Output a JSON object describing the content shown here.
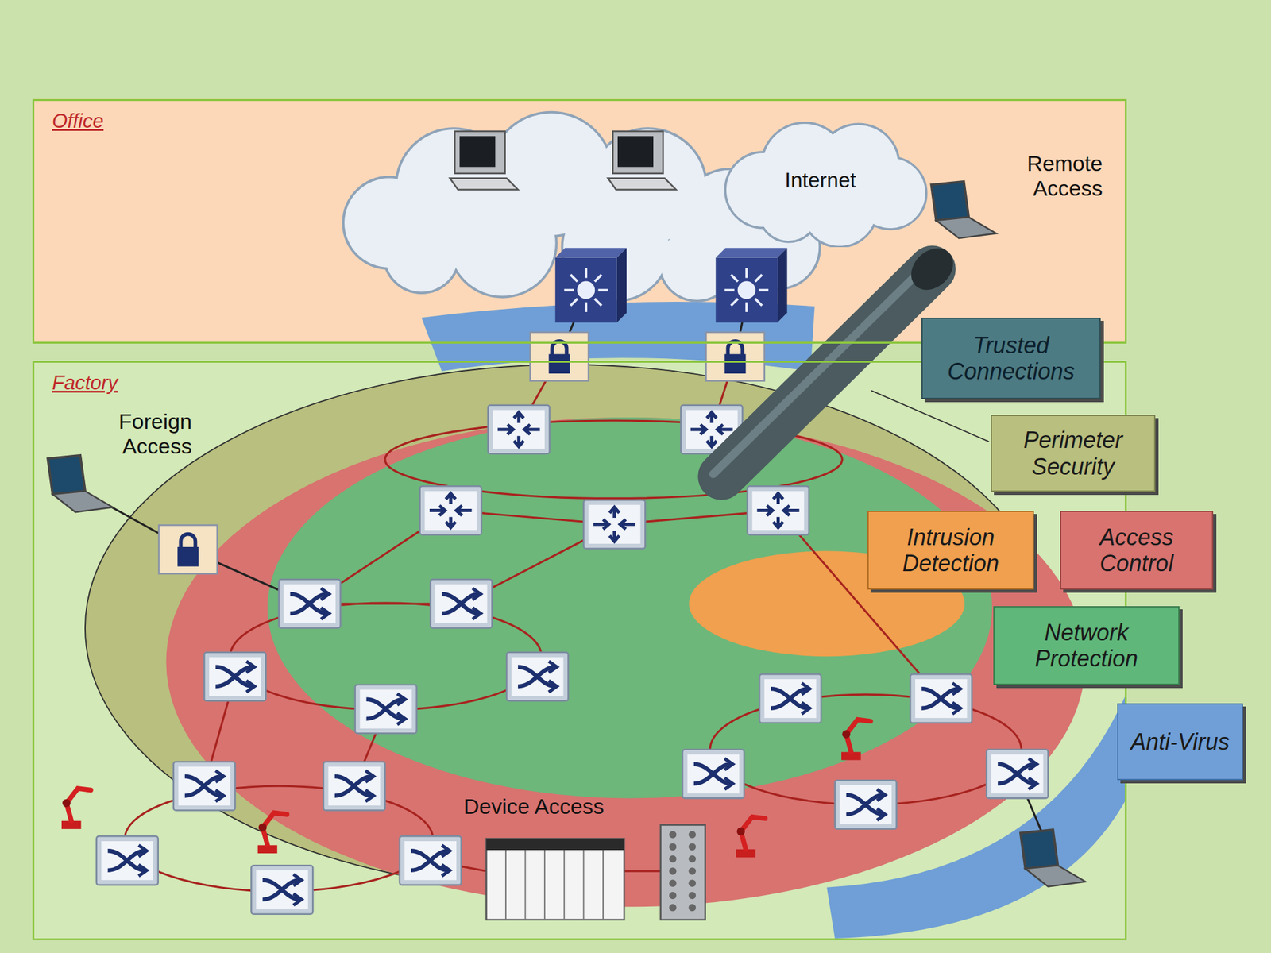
{
  "diagram": {
    "nodes": [
      {
        "text": [
          "Office"
        ]
      },
      {
        "text": [
          "Internet"
        ],
        "in": 0
      },
      {
        "text": [
          "Factory"
        ]
      },
      {
        "text": [
          "Trusted Connections"
        ]
      },
      {
        "text": [
          "Perimeter Security"
        ]
      },
      {
        "text": [
          "Intrusion Detection"
        ]
      },
      {
        "text": [
          "Access Control"
        ]
      },
      {
        "text": [
          "Network Protection"
        ]
      },
      {
        "text": [
          "Anti-Virus"
        ]
      }
    ],
    "labels": [
      "Remote Access",
      "Foreign Access",
      "Device Access"
    ]
  }
}
